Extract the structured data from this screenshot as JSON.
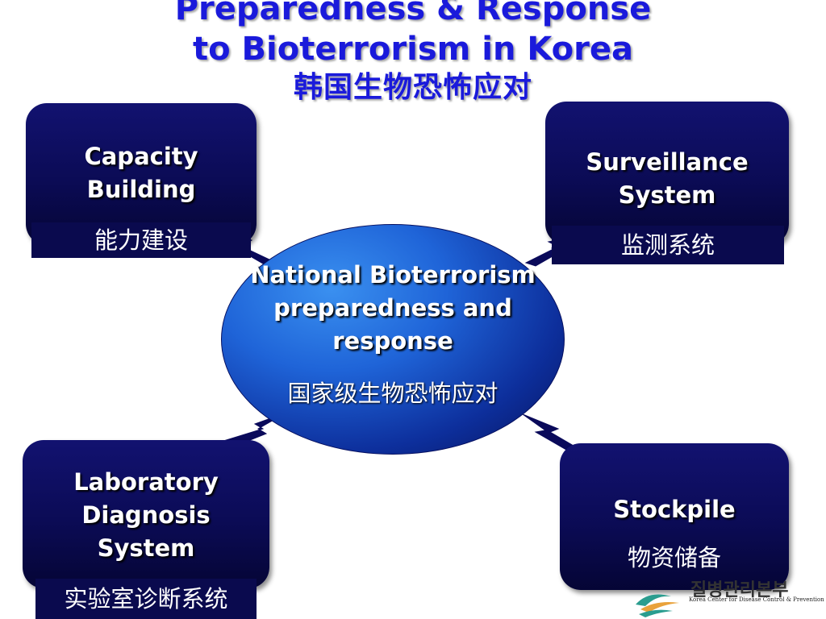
{
  "title": {
    "line1": "Preparedness & Response",
    "line2": "to Bioterrorism in Korea",
    "line3": "韩国生物恐怖应对"
  },
  "center": {
    "en_line1": "National Bioterrorism",
    "en_line2": "preparedness and",
    "en_line3": "response",
    "zh": "国家级生物恐怖应对"
  },
  "nodes": {
    "capacity": {
      "en_line1": "Capacity",
      "en_line2": "Building",
      "zh": "能力建设"
    },
    "surveillance": {
      "en_line1": "Surveillance",
      "en_line2": "System",
      "zh": "监测系统"
    },
    "laboratory": {
      "en_line1": "Laboratory",
      "en_line2": "Diagnosis",
      "en_line3": "System",
      "zh": "实验室诊断系统"
    },
    "stockpile": {
      "en_line1": "Stockpile",
      "zh": "物资储备"
    }
  },
  "logo": {
    "korean": "질병관리본부",
    "subtitle": "Korea Center for Disease Control & Prevention"
  },
  "colors": {
    "title": "#1a1adb",
    "box_fill": "#0b0b55",
    "center_highlight": "#3a90f0",
    "connector": "#0a0a5a"
  },
  "icons": {
    "connector": "lightning-bolt-icon",
    "logo": "kcdc-logo-icon"
  }
}
